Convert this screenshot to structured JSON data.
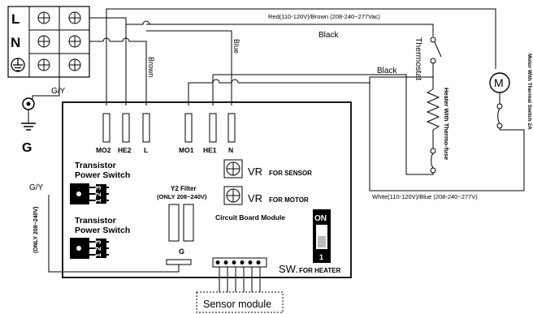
{
  "terminals": {
    "l": "L",
    "n": "N",
    "ground_label": "G"
  },
  "wires": {
    "red_brown": "Red(110-120V)/Brown (208-240~277Vac)",
    "black_top": "Black",
    "black_mid": "Black",
    "brown": "Brown",
    "blue": "Blue",
    "gy_top": "G/Y",
    "gy_left": "G/Y",
    "only_208_240": "(ONLY 208~240V)",
    "white_blue": "White(110-120V)/Blue (208-240~277V)"
  },
  "components": {
    "thermostat": "Thermostat",
    "heater": "Heater With Thermo-fuse",
    "motor_symbol": "M",
    "motor": "Motor With Thermal Switch 2A"
  },
  "board": {
    "pins": [
      "MO2",
      "HE2",
      "L",
      "MO1",
      "HE1",
      "N"
    ],
    "transistor_1": [
      "Transistor",
      "Power Switch"
    ],
    "transistor_2": [
      "Transistor",
      "Power Switch"
    ],
    "transistor_pins": [
      "1",
      "2",
      "3"
    ],
    "y2_filter": [
      "Y2 Filter",
      "(ONLY 208~240V)"
    ],
    "g_label": "G",
    "module_label": "Circuit Board Module",
    "vr_sensor": {
      "vr": "VR",
      "suffix": "FOR SENSOR"
    },
    "vr_motor": {
      "vr": "VR",
      "suffix": "FOR MOTOR"
    },
    "dip": {
      "on": "ON",
      "one": "1"
    },
    "sw": {
      "sw": "SW.",
      "suffix": "FOR HEATER"
    }
  },
  "sensor_module": "Sensor module"
}
